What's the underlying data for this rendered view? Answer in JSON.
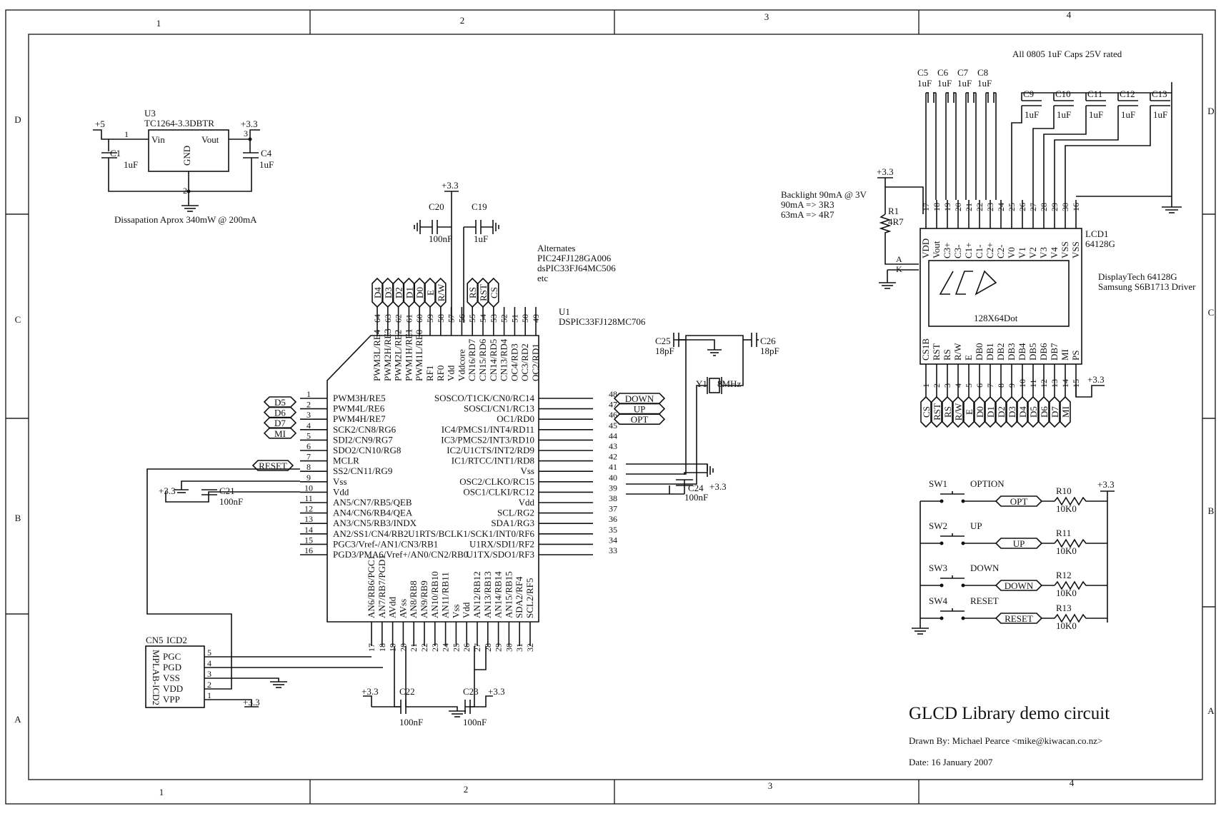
{
  "border": {
    "columns": [
      "1",
      "2",
      "3",
      "4"
    ],
    "rows": [
      "D",
      "C",
      "B",
      "A"
    ]
  },
  "title_block": {
    "title": "GLCD Library demo circuit",
    "drawn_by": "Drawn By: Michael Pearce  <mike@kiwacan.co.nz>",
    "date": "Date: 16 January 2007"
  },
  "notes": {
    "caps_rated": "All 0805 1uF Caps 25V rated",
    "dissipation": "Dissapation Aprox 340mW @ 200mA",
    "backlight": [
      "Backlight 90mA @ 3V",
      "90mA => 3R3",
      "63mA => 4R7"
    ],
    "alternates": [
      "Alternates",
      "PIC24FJ128GA006",
      "dsPIC33FJ64MC506",
      "etc"
    ],
    "lcd_driver": [
      "DisplayTech 64128G",
      "Samsung S6B1713 Driver"
    ]
  },
  "regulator": {
    "ref": "U3",
    "part": "TC1264-3.3DBTR",
    "pin_vin": "Vin",
    "pin_vout": "Vout",
    "pin_gnd": "GND",
    "pin1": "1",
    "pin2": "2",
    "pin3": "3",
    "in_rail": "+5",
    "out_rail": "+3.3",
    "c1_ref": "C1",
    "c1_val": "1uF",
    "c4_ref": "C4",
    "c4_val": "1uF"
  },
  "mcu": {
    "ref": "U1",
    "part": "DSPIC33FJ128MC706",
    "left_pins": [
      {
        "num": "1",
        "name": "PWM3H/RE5"
      },
      {
        "num": "2",
        "name": "PWM4L/RE6"
      },
      {
        "num": "3",
        "name": "PWM4H/RE7"
      },
      {
        "num": "4",
        "name": "SCK2/CN8/RG6"
      },
      {
        "num": "5",
        "name": "SDI2/CN9/RG7"
      },
      {
        "num": "6",
        "name": "SDO2/CN10/RG8"
      },
      {
        "num": "7",
        "name": "MCLR"
      },
      {
        "num": "8",
        "name": "SS2/CN11/RG9"
      },
      {
        "num": "9",
        "name": "Vss"
      },
      {
        "num": "10",
        "name": "Vdd"
      },
      {
        "num": "11",
        "name": "AN5/CN7/RB5/QEB"
      },
      {
        "num": "12",
        "name": "AN4/CN6/RB4/QEA"
      },
      {
        "num": "13",
        "name": "AN3/CN5/RB3/INDX"
      },
      {
        "num": "14",
        "name": "AN2/SS1/CN4/RB2"
      },
      {
        "num": "15",
        "name": "PGC3/Vref-/AN1/CN3/RB1"
      },
      {
        "num": "16",
        "name": "PGD3/PMA6/Vref+/AN0/CN2/RB0"
      }
    ],
    "right_pins": [
      {
        "num": "48",
        "name": "SOSCO/T1CK/CN0/RC14"
      },
      {
        "num": "47",
        "name": "SOSCI/CN1/RC13"
      },
      {
        "num": "46",
        "name": "OC1/RD0"
      },
      {
        "num": "45",
        "name": "IC4/PMCS1/INT4/RD11"
      },
      {
        "num": "44",
        "name": "IC3/PMCS2/INT3/RD10"
      },
      {
        "num": "43",
        "name": "IC2/U1CTS/INT2/RD9"
      },
      {
        "num": "42",
        "name": "IC1/RTCC/INT1/RD8"
      },
      {
        "num": "41",
        "name": "Vss"
      },
      {
        "num": "40",
        "name": "OSC2/CLKO/RC15"
      },
      {
        "num": "39",
        "name": "OSC1/CLKI/RC12"
      },
      {
        "num": "38",
        "name": "Vdd"
      },
      {
        "num": "37",
        "name": "SCL/RG2"
      },
      {
        "num": "36",
        "name": "SDA1/RG3"
      },
      {
        "num": "35",
        "name": "U1RTS/BCLK1/SCK1/INT0/RF6"
      },
      {
        "num": "34",
        "name": "U1RX/SDI1/RF2"
      },
      {
        "num": "33",
        "name": "U1TX/SDO1/RF3"
      }
    ],
    "top_pins": [
      {
        "num": "64",
        "name": "PWM3L/RE4"
      },
      {
        "num": "63",
        "name": "PWM2H/RE3"
      },
      {
        "num": "62",
        "name": "PWM2L/RE2"
      },
      {
        "num": "61",
        "name": "PWM1H/RE1"
      },
      {
        "num": "60",
        "name": "PWM1L/RE0"
      },
      {
        "num": "59",
        "name": "RF1"
      },
      {
        "num": "58",
        "name": "RF0"
      },
      {
        "num": "57",
        "name": "Vdd"
      },
      {
        "num": "56",
        "name": "Vddcore"
      },
      {
        "num": "55",
        "name": "CN16/RD7"
      },
      {
        "num": "54",
        "name": "CN15/RD6"
      },
      {
        "num": "53",
        "name": "CN14/RD5"
      },
      {
        "num": "52",
        "name": "CN13/RD4"
      },
      {
        "num": "51",
        "name": "OC4/RD3"
      },
      {
        "num": "50",
        "name": "OC3/RD2"
      },
      {
        "num": "49",
        "name": "OC2/RD1"
      }
    ],
    "bottom_pins": [
      {
        "num": "17",
        "name": "AN6/RB6/PGC1"
      },
      {
        "num": "18",
        "name": "AN7/RB7/PGD1"
      },
      {
        "num": "19",
        "name": "AVdd"
      },
      {
        "num": "20",
        "name": "AVss"
      },
      {
        "num": "21",
        "name": "AN8/RB8"
      },
      {
        "num": "22",
        "name": "AN9/RB9"
      },
      {
        "num": "23",
        "name": "AN10/RB10"
      },
      {
        "num": "24",
        "name": "AN11/RB11"
      },
      {
        "num": "25",
        "name": "Vss"
      },
      {
        "num": "26",
        "name": "Vdd"
      },
      {
        "num": "27",
        "name": "AN12/RB12"
      },
      {
        "num": "28",
        "name": "AN13/RB13"
      },
      {
        "num": "29",
        "name": "AN14/RB14"
      },
      {
        "num": "30",
        "name": "AN15/RB15"
      },
      {
        "num": "31",
        "name": "SDA2/RF4"
      },
      {
        "num": "32",
        "name": "SCL2/RF5"
      }
    ],
    "left_tags": [
      "D5",
      "D6",
      "D7",
      "MI"
    ],
    "reset_tag": "RESET",
    "top_tags": [
      "D4",
      "D3",
      "D2",
      "D1",
      "D0",
      "E",
      "R/W",
      "RS",
      "RST",
      "CS"
    ],
    "right_tags": [
      "DOWN",
      "UP",
      "OPT"
    ]
  },
  "decoupling": {
    "rail": "+3.3",
    "c20_ref": "C20",
    "c20_val": "100nF",
    "c19_ref": "C19",
    "c19_val": "1uF",
    "c21_ref": "C21",
    "c21_val": "100nF",
    "c24_ref": "C24",
    "c24_val": "100nF",
    "c22_ref": "C22",
    "c22_val": "100nF",
    "c23_ref": "C23",
    "c23_val": "100nF"
  },
  "crystal": {
    "ref": "Y1",
    "val": "8MHz",
    "c25_ref": "C25",
    "c25_val": "18pF",
    "c26_ref": "C26",
    "c26_val": "18pF"
  },
  "icd": {
    "ref": "CN5",
    "name": "ICD2",
    "side_label": "MPLAB-ICD2",
    "pins": [
      {
        "num": "5",
        "name": "PGC"
      },
      {
        "num": "4",
        "name": "PGD"
      },
      {
        "num": "3",
        "name": "VSS"
      },
      {
        "num": "2",
        "name": "VDD"
      },
      {
        "num": "1",
        "name": "VPP"
      }
    ],
    "rail": "+3.3"
  },
  "lcd": {
    "ref": "LCD1",
    "part": "64128G",
    "logo": "LCD",
    "resolution": "128X64Dot",
    "top_pins": [
      {
        "num": "17",
        "name": "VDD"
      },
      {
        "num": "18",
        "name": "Vout"
      },
      {
        "num": "19",
        "name": "C3+"
      },
      {
        "num": "20",
        "name": "C3-"
      },
      {
        "num": "21",
        "name": "C1+"
      },
      {
        "num": "22",
        "name": "C1-"
      },
      {
        "num": "23",
        "name": "C2+"
      },
      {
        "num": "24",
        "name": "C2-"
      },
      {
        "num": "25",
        "name": "V0"
      },
      {
        "num": "26",
        "name": "V1"
      },
      {
        "num": "27",
        "name": "V2"
      },
      {
        "num": "28",
        "name": "V3"
      },
      {
        "num": "29",
        "name": "V4"
      },
      {
        "num": "30",
        "name": "VSS"
      },
      {
        "num": "16",
        "name": "VSS"
      }
    ],
    "bottom_pins": [
      {
        "num": "1",
        "name": "CS1B"
      },
      {
        "num": "2",
        "name": "RST"
      },
      {
        "num": "3",
        "name": "RS"
      },
      {
        "num": "4",
        "name": "R/W"
      },
      {
        "num": "5",
        "name": "E"
      },
      {
        "num": "6",
        "name": "DB0"
      },
      {
        "num": "7",
        "name": "DB1"
      },
      {
        "num": "8",
        "name": "DB2"
      },
      {
        "num": "9",
        "name": "DB3"
      },
      {
        "num": "10",
        "name": "DB4"
      },
      {
        "num": "11",
        "name": "DB5"
      },
      {
        "num": "12",
        "name": "DB6"
      },
      {
        "num": "13",
        "name": "DB7"
      },
      {
        "num": "14",
        "name": "MI"
      },
      {
        "num": "15",
        "name": "PS"
      }
    ],
    "bottom_tags": [
      "CS",
      "RST",
      "RS",
      "R/W",
      "E",
      "D0",
      "D1",
      "D2",
      "D3",
      "D4",
      "D5",
      "D6",
      "D7",
      "MI"
    ],
    "rail": "+3.3",
    "backlight_a": "A",
    "backlight_k": "K",
    "r1_ref": "R1",
    "r1_val": "4R7",
    "caps_top": [
      {
        "ref": "C5",
        "val": "1uF"
      },
      {
        "ref": "C6",
        "val": "1uF"
      },
      {
        "ref": "C7",
        "val": "1uF"
      },
      {
        "ref": "C8",
        "val": "1uF"
      }
    ],
    "caps_right": [
      {
        "ref": "C9",
        "val": "1uF"
      },
      {
        "ref": "C10",
        "val": "1uF"
      },
      {
        "ref": "C11",
        "val": "1uF"
      },
      {
        "ref": "C12",
        "val": "1uF"
      },
      {
        "ref": "C13",
        "val": "1uF"
      }
    ]
  },
  "switches": {
    "rail": "+3.3",
    "items": [
      {
        "ref": "SW1",
        "name": "OPTION",
        "net": "OPT",
        "res_ref": "R10",
        "res_val": "10K0"
      },
      {
        "ref": "SW2",
        "name": "UP",
        "net": "UP",
        "res_ref": "R11",
        "res_val": "10K0"
      },
      {
        "ref": "SW3",
        "name": "DOWN",
        "net": "DOWN",
        "res_ref": "R12",
        "res_val": "10K0"
      },
      {
        "ref": "SW4",
        "name": "RESET",
        "net": "RESET",
        "res_ref": "R13",
        "res_val": "10K0"
      }
    ]
  }
}
